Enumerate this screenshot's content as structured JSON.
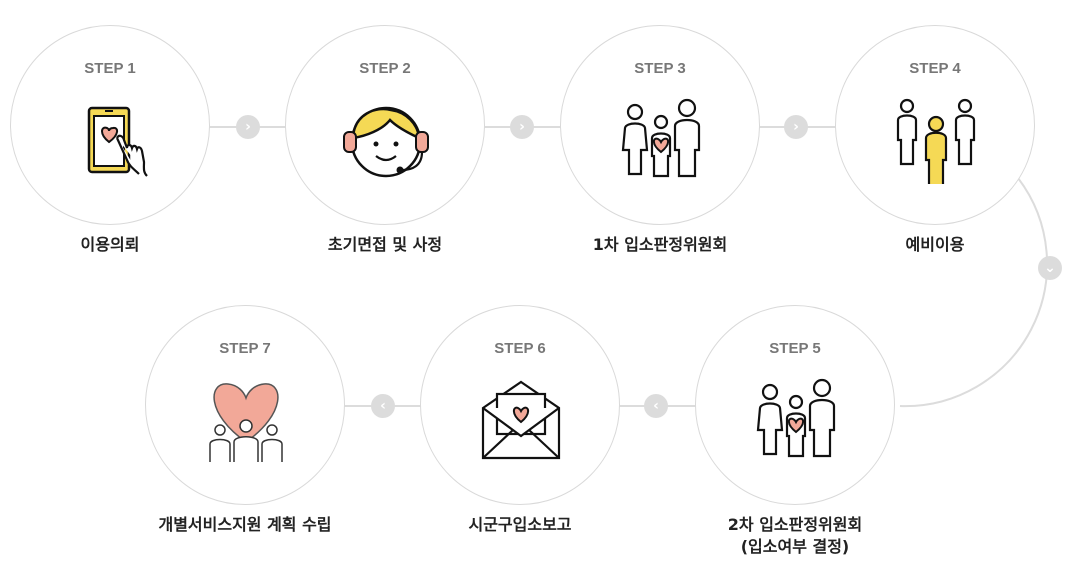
{
  "steps": [
    {
      "step": "STEP 1",
      "label": "이용의뢰",
      "icon": "phone-heart-icon"
    },
    {
      "step": "STEP 2",
      "label": "초기면접 및 사정",
      "icon": "counselor-headset-icon"
    },
    {
      "step": "STEP 3",
      "label": "1차 입소판정위원회",
      "icon": "family-heart-icon"
    },
    {
      "step": "STEP 4",
      "label": "예비이용",
      "icon": "people-group-icon"
    },
    {
      "step": "STEP 5",
      "label": "2차 입소판정위원회",
      "label2": "(입소여부 결정)",
      "icon": "family-heart-icon"
    },
    {
      "step": "STEP 6",
      "label": "시군구입소보고",
      "icon": "envelope-heart-icon"
    },
    {
      "step": "STEP 7",
      "label": "개별서비스지원 계획 수립",
      "icon": "heart-community-icon"
    }
  ],
  "colors": {
    "accent_yellow": "#f5d955",
    "heart_pink": "#f2a898",
    "line": "#dcdcdc"
  }
}
